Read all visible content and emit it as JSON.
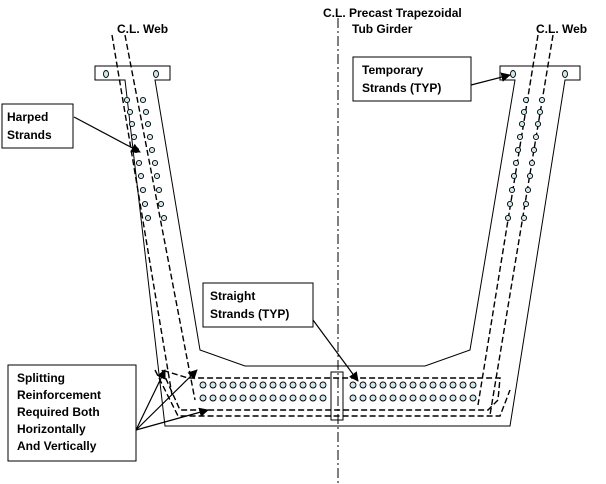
{
  "labels": {
    "cl_web_left": "C.L. Web",
    "cl_web_right": "C.L. Web",
    "cl_girder_line1": "C.L. Precast Trapezoidal",
    "cl_girder_line2": "Tub Girder",
    "harped_line1": "Harped",
    "harped_line2": "Strands",
    "temporary_line1": "Temporary",
    "temporary_line2": "Strands (TYP)",
    "straight_line1": "Straight",
    "straight_line2": "Strands (TYP)",
    "splitting_line1": "Splitting",
    "splitting_line2": "Reinforcement",
    "splitting_line3": "Required Both",
    "splitting_line4": "Horizontally",
    "splitting_line5": "And Vertically"
  },
  "colors": {
    "strand_fill": "#cfe7ec",
    "line": "#000000",
    "background": "#ffffff"
  }
}
